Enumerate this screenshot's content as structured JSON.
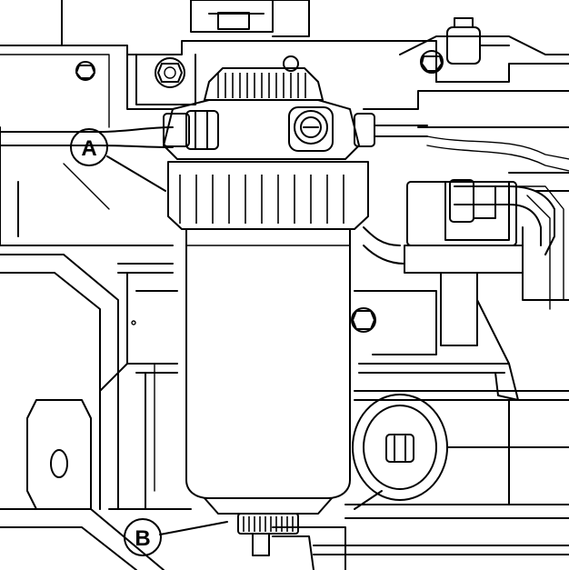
{
  "callouts": [
    {
      "id": "A",
      "label": "A"
    },
    {
      "id": "B",
      "label": "B"
    }
  ],
  "colors": {
    "line": "#000000",
    "background": "#ffffff",
    "filter_body": "#8c8c8c",
    "filter_ring": "#a9a9a9",
    "filter_dark": "#7a7a7a"
  }
}
